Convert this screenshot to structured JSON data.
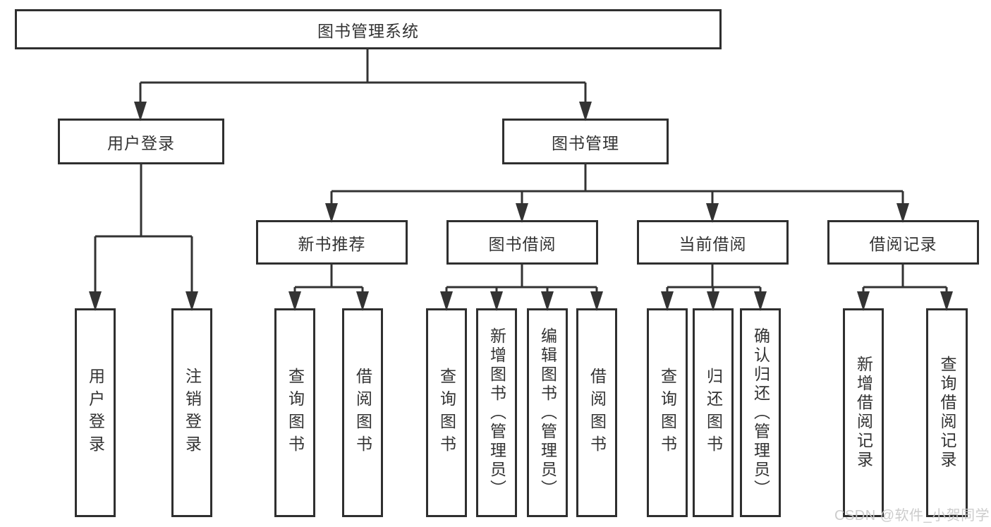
{
  "tree": {
    "label": "图书管理系统",
    "children": [
      {
        "label": "用户登录",
        "children": [
          {
            "label": "用户登录"
          },
          {
            "label": "注销登录"
          }
        ]
      },
      {
        "label": "图书管理",
        "children": [
          {
            "label": "新书推荐",
            "children": [
              {
                "label": "查询图书"
              },
              {
                "label": "借阅图书"
              }
            ]
          },
          {
            "label": "图书借阅",
            "children": [
              {
                "label": "查询图书"
              },
              {
                "label": "新增图书（管理员）"
              },
              {
                "label": "编辑图书（管理员）"
              },
              {
                "label": "借阅图书"
              }
            ]
          },
          {
            "label": "当前借阅",
            "children": [
              {
                "label": "查询图书"
              },
              {
                "label": "归还图书"
              },
              {
                "label": "确认归还（管理员）"
              }
            ]
          },
          {
            "label": "借阅记录",
            "children": [
              {
                "label": "新增借阅记录"
              },
              {
                "label": "查询借阅记录"
              }
            ]
          }
        ]
      }
    ]
  },
  "watermark": {
    "text": "CSDN @软件_小贺同学"
  },
  "colors": {
    "line": "#333333",
    "box_border": "#2f2f2f",
    "box_fill": "#ffffff",
    "text": "#333333",
    "watermark": "#c9c9c9"
  }
}
